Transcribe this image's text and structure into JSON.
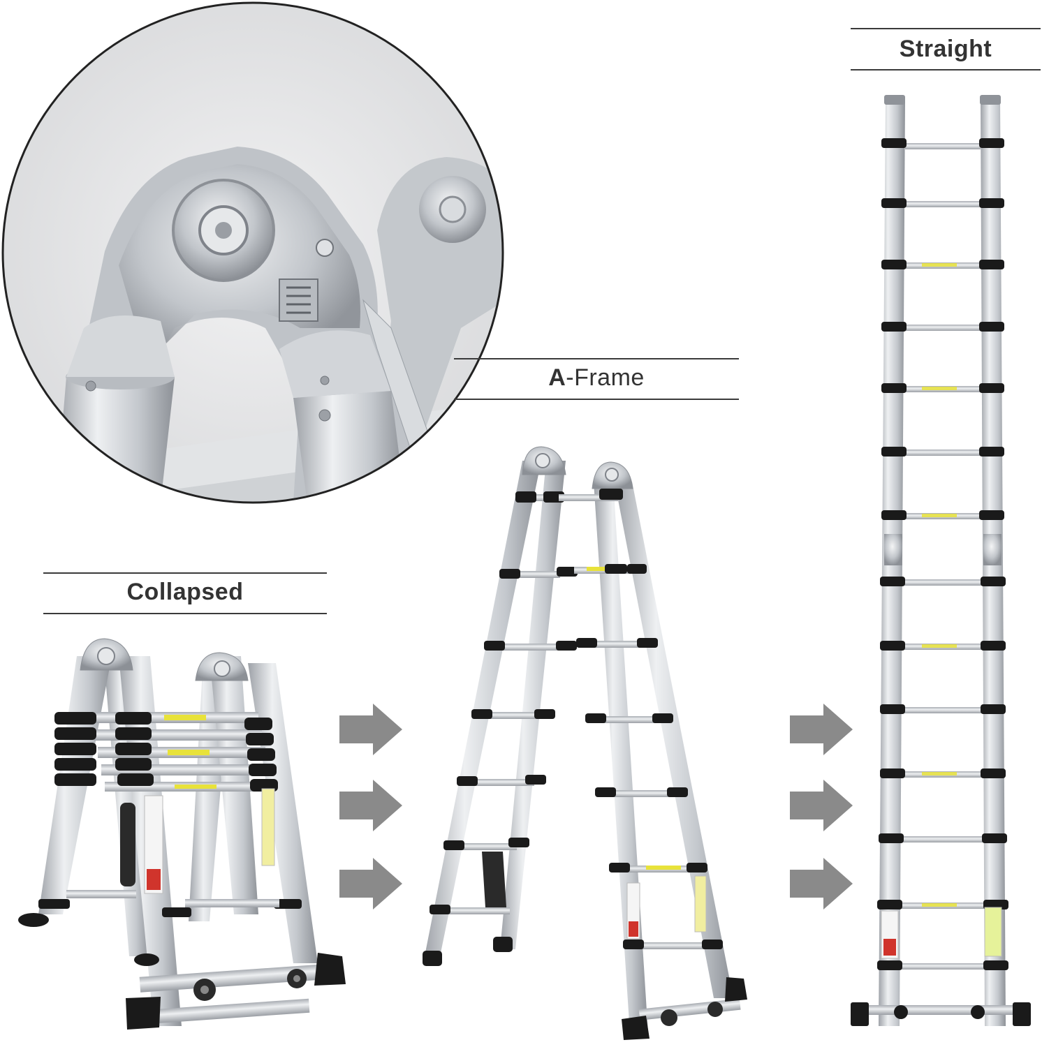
{
  "labels": {
    "collapsed": "Collapsed",
    "aframe_bold": "A",
    "aframe_rest": "-Frame",
    "straight": "Straight"
  },
  "colors": {
    "aluminum": "#c9ccd0",
    "aluminum_dark": "#8f9399",
    "black_band": "#1a1a1a",
    "arrow": "#8a8a8a",
    "label_text": "#333333",
    "rule": "#3a3a3a",
    "sticker_yellow": "#e8e23a"
  }
}
